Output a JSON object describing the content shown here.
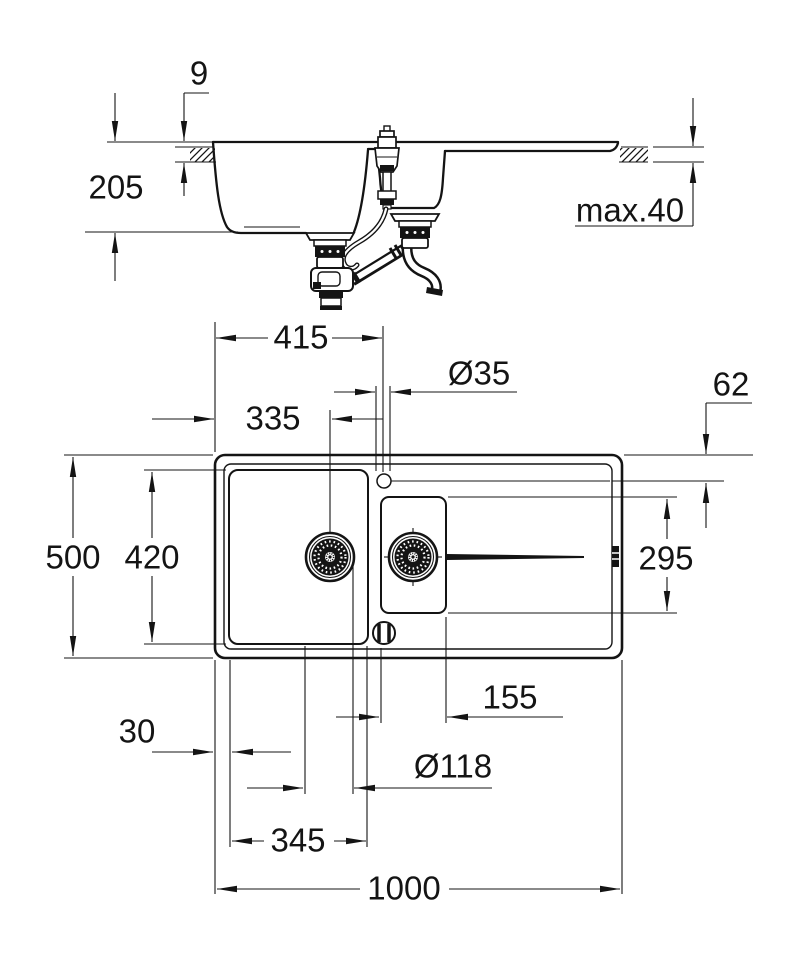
{
  "dimensions": {
    "side_view": {
      "rim_above_counter": "9",
      "bowl_depth": "205",
      "max_counter_thickness": "max.40"
    },
    "plan_view": {
      "left_edge_to_faucet": "415",
      "faucet_hole_diameter": "Ø35",
      "top_edge_inset": "62",
      "left_edge_to_drain": "335",
      "overall_depth": "500",
      "main_bowl_length": "420",
      "drainboard_depth": "295",
      "small_bowl_width": "155",
      "edge_to_bowl_gap": "30",
      "drain_cutout_diameter": "Ø118",
      "main_bowl_width": "345",
      "overall_width": "1000"
    }
  },
  "colors": {
    "line": "#141414",
    "background": "#ffffff"
  }
}
